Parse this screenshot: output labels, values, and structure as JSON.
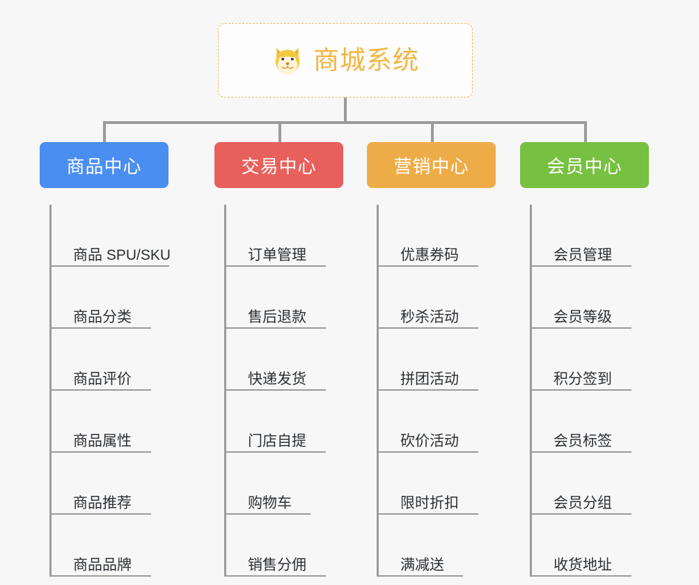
{
  "page": {
    "background_color": "#f7f7f7",
    "line_color": "#9a9a9a",
    "leaf_text_color": "#2c2f33"
  },
  "root": {
    "title": "商城系统",
    "icon": "shiba-dog-icon",
    "text_color": "#f3b53f",
    "border_color": "#f0b95c",
    "border_style": "dashed",
    "background_color": "#fdfdfd"
  },
  "columns": [
    {
      "title": "商品中心",
      "color": "#4a8ef2",
      "items": [
        {
          "label": "商品 SPU/SKU",
          "underline_width": 172
        },
        {
          "label": "商品分类",
          "underline_width": 146
        },
        {
          "label": "商品评价",
          "underline_width": 146
        },
        {
          "label": "商品属性",
          "underline_width": 146
        },
        {
          "label": "商品推荐",
          "underline_width": 146
        },
        {
          "label": "商品品牌",
          "underline_width": 146
        }
      ]
    },
    {
      "title": "交易中心",
      "color": "#e8605b",
      "items": [
        {
          "label": "订单管理",
          "underline_width": 146
        },
        {
          "label": "售后退款",
          "underline_width": 146
        },
        {
          "label": "快递发货",
          "underline_width": 146
        },
        {
          "label": "门店自提",
          "underline_width": 146
        },
        {
          "label": "购物车",
          "underline_width": 124
        },
        {
          "label": "销售分佣",
          "underline_width": 146
        }
      ]
    },
    {
      "title": "营销中心",
      "color": "#eeac48",
      "items": [
        {
          "label": "优惠券码",
          "underline_width": 146
        },
        {
          "label": "秒杀活动",
          "underline_width": 146
        },
        {
          "label": "拼团活动",
          "underline_width": 146
        },
        {
          "label": "砍价活动",
          "underline_width": 146
        },
        {
          "label": "限时折扣",
          "underline_width": 146
        },
        {
          "label": "满减送",
          "underline_width": 124
        }
      ]
    },
    {
      "title": "会员中心",
      "color": "#78c042",
      "items": [
        {
          "label": "会员管理",
          "underline_width": 146
        },
        {
          "label": "会员等级",
          "underline_width": 146
        },
        {
          "label": "积分签到",
          "underline_width": 146
        },
        {
          "label": "会员标签",
          "underline_width": 146
        },
        {
          "label": "会员分组",
          "underline_width": 146
        },
        {
          "label": "收货地址",
          "underline_width": 146
        }
      ]
    }
  ]
}
